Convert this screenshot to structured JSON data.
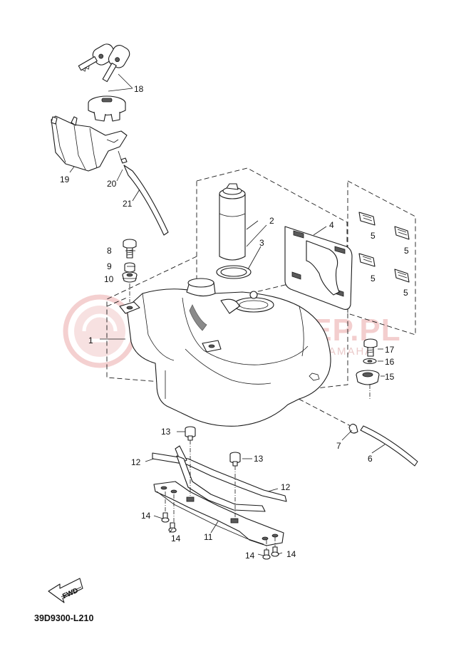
{
  "watermark": {
    "main": "YAMA-SKLEP.PL",
    "sub": "WOJCIECHOWICZ DEALER YAMAHA"
  },
  "diagram_code": "39D9300-L210",
  "fwd_label": "FWD",
  "callouts": {
    "c1": "1",
    "c2": "2",
    "c3": "3",
    "c4": "4",
    "c5a": "5",
    "c5b": "5",
    "c5c": "5",
    "c5d": "5",
    "c6": "6",
    "c7": "7",
    "c8": "8",
    "c9": "9",
    "c10": "10",
    "c11": "11",
    "c12a": "12",
    "c12b": "12",
    "c13a": "13",
    "c13b": "13",
    "c14a": "14",
    "c14b": "14",
    "c14c": "14",
    "c14d": "14",
    "c15": "15",
    "c16": "16",
    "c17": "17",
    "c18": "18",
    "c19": "19",
    "c20": "20",
    "c21": "21"
  }
}
